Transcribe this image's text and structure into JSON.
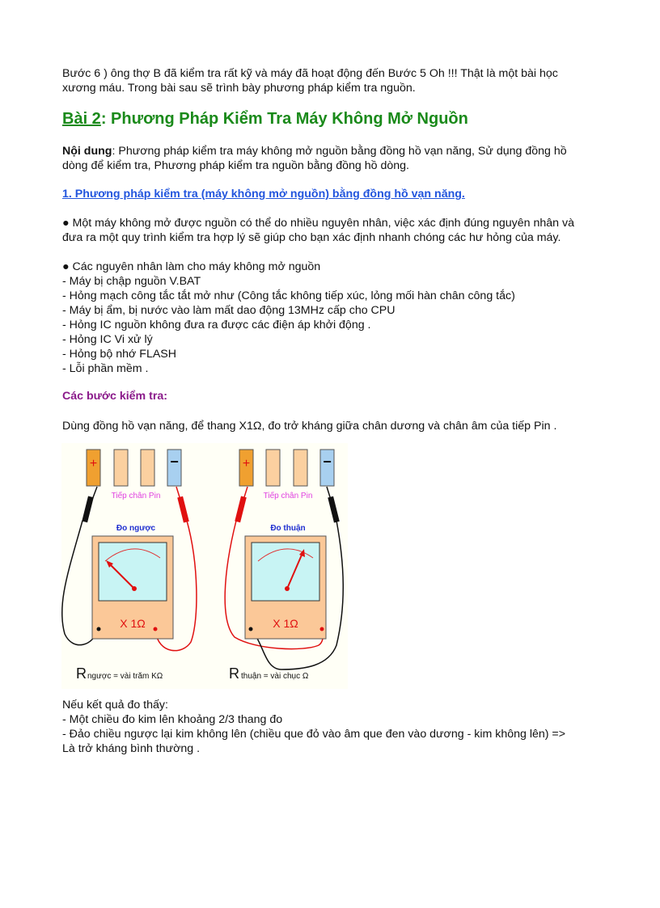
{
  "intro": {
    "line1": "Bước 6 ) ông thợ B đã kiểm tra rất kỹ và máy đã hoạt động đến Bước 5 Oh !!! Thật là một bài học",
    "line2": "xương máu. Trong bài sau sẽ trình bày phương pháp kiểm tra nguồn."
  },
  "heading": {
    "prefix": "Bài 2",
    "title": ": Phương Pháp Kiểm Tra Máy Không Mở Nguồn",
    "color": "#1a8a1a"
  },
  "content": {
    "label": "Nội dung",
    "line1": ": Phương pháp kiểm tra máy không mở nguồn bằng đồng hồ vạn năng, Sử dụng đồng hồ",
    "line2": "dòng để kiểm tra, Phương pháp kiểm tra nguồn bằng đồng hồ dòng."
  },
  "section1": {
    "link": "1. Phương pháp kiểm tra (máy không mở nguồn) bằng đồng hồ vạn năng.",
    "link_color": "#2255dd",
    "para1_line1": "● Một máy không mở được nguồn có thể do nhiều nguyên nhân, việc xác định đúng nguyên nhân và",
    "para1_line2": "đưa ra một quy trình kiểm tra hợp lý sẽ giúp cho bạn xác định nhanh chóng các hư hỏng của máy.",
    "causes_title": "● Các nguyên nhân làm cho máy không mở nguồn",
    "causes": [
      "- Máy bị chập nguồn V.BAT",
      "- Hỏng mạch công tắc tắt mở như (Công tắc không tiếp xúc, lỏng mối hàn chân công tắc)",
      "- Máy bị ẩm, bị nước vào làm mất dao động 13MHz cấp cho CPU",
      "- Hỏng IC nguồn không đưa ra được các điện áp khởi động .",
      "- Hỏng IC Vi xử lý",
      "- Hỏng bộ nhớ FLASH",
      "- Lỗi phần mềm ."
    ]
  },
  "steps": {
    "title": "Các bước kiểm tra:",
    "title_color": "#8a1a8a",
    "instruction": "Dùng đồng hồ vạn năng, để thang X1Ω, đo trở kháng giữa chân dương và chân âm của tiếp Pin ."
  },
  "diagram": {
    "left": {
      "pin_label": "Tiếp chân Pin",
      "mode": "Đo ngược",
      "scale": "X 1Ω",
      "result_r": "R",
      "result_text": "ngược = vài trăm KΩ"
    },
    "right": {
      "pin_label": "Tiếp chân Pin",
      "mode": "Đo thuận",
      "scale": "X 1Ω",
      "result_r": "R",
      "result_text": "thuận = vài chục Ω"
    },
    "plus": "+",
    "minus": "−"
  },
  "results": {
    "title": "Nếu kết quả đo thấy:",
    "lines": [
      "- Một chiều đo kim lên khoảng 2/3 thang đo",
      "- Đảo chiều ngược lại kim không lên (chiều que đỏ vào âm que đen vào dương - kim không lên) =>",
      "Là trở kháng bình thường ."
    ]
  }
}
